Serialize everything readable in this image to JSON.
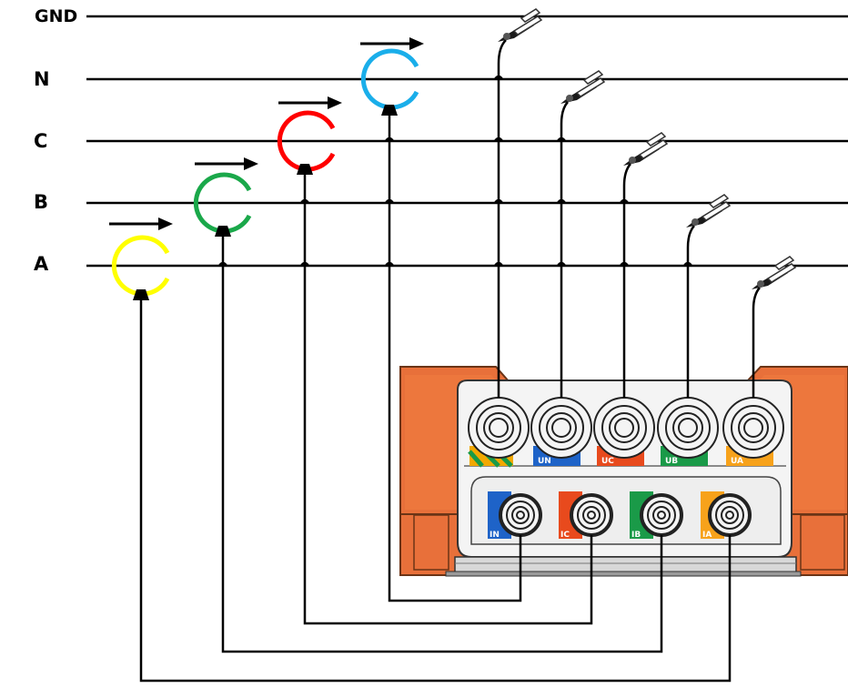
{
  "lines": [
    {
      "key": "gnd",
      "label": "GND"
    },
    {
      "key": "n",
      "label": "N"
    },
    {
      "key": "c",
      "label": "C"
    },
    {
      "key": "b",
      "label": "B"
    },
    {
      "key": "a",
      "label": "A"
    }
  ],
  "voltage_ports": [
    {
      "label": "",
      "color": "#f2a800"
    },
    {
      "label": "UN",
      "color": "#1e63c8"
    },
    {
      "label": "UC",
      "color": "#e84a1d"
    },
    {
      "label": "UB",
      "color": "#1a9a48"
    },
    {
      "label": "UA",
      "color": "#f7a21b"
    }
  ],
  "current_ports": [
    {
      "label": "IN",
      "color": "#1e63c8"
    },
    {
      "label": "IC",
      "color": "#e84a1d"
    },
    {
      "label": "IB",
      "color": "#1a9a48"
    },
    {
      "label": "IA",
      "color": "#f7a21b"
    }
  ],
  "clamp_colors": {
    "a": "#ffff00",
    "b": "#1aa84a",
    "c": "#ff0000",
    "n": "#1aaeea"
  },
  "device_color": "#e8703a"
}
